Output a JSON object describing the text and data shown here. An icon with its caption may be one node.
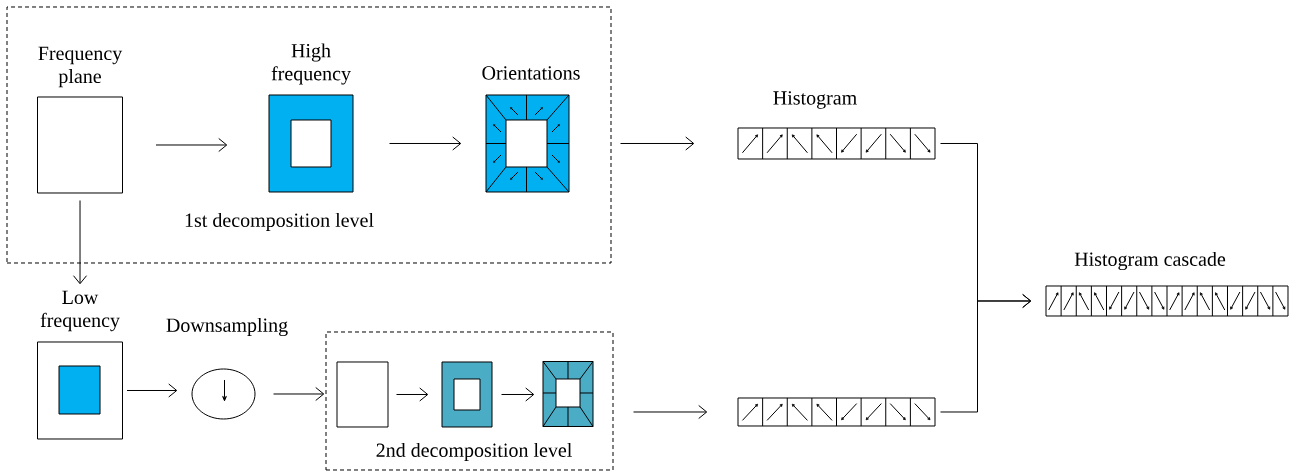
{
  "diagram": {
    "nodes": [
      {
        "text": [
          "1st decomposition level"
        ]
      },
      {
        "text": [
          "Frequency plane"
        ],
        "in": 0
      },
      {
        "text": [
          "High frequency"
        ],
        "in": 0
      },
      {
        "text": [
          "Orientations"
        ],
        "in": 0
      },
      {
        "text": [
          "Histogram"
        ]
      },
      {
        "text": [
          "Low frequency"
        ]
      },
      {
        "text": [
          "Downsampling"
        ]
      },
      {
        "text": [
          "2nd decomposition level"
        ]
      },
      {
        "text": [],
        "shape": "box",
        "in": 7
      },
      {
        "text": [],
        "shape": "box",
        "in": 7
      },
      {
        "text": [],
        "shape": "box",
        "in": 7
      },
      {
        "text": [],
        "shape": "bar"
      },
      {
        "text": [
          "Histogram cascade"
        ]
      }
    ],
    "edges": [
      {
        "from": 1,
        "to": 2,
        "arrow": "to"
      },
      {
        "from": 2,
        "to": 3,
        "arrow": "to"
      },
      {
        "from": 0,
        "to": 4,
        "arrow": "to"
      },
      {
        "from": 1,
        "to": 5,
        "arrow": "to"
      },
      {
        "from": 5,
        "to": 6,
        "arrow": "to"
      },
      {
        "from": 6,
        "to": 7,
        "arrow": "to"
      },
      {
        "from": 8,
        "to": 9,
        "arrow": "to"
      },
      {
        "from": 9,
        "to": 10,
        "arrow": "to"
      },
      {
        "from": 7,
        "to": 11,
        "arrow": "to"
      },
      {
        "from": 4,
        "to": 12,
        "arrow": "to"
      },
      {
        "from": 11,
        "to": 12,
        "arrow": "to"
      }
    ]
  }
}
